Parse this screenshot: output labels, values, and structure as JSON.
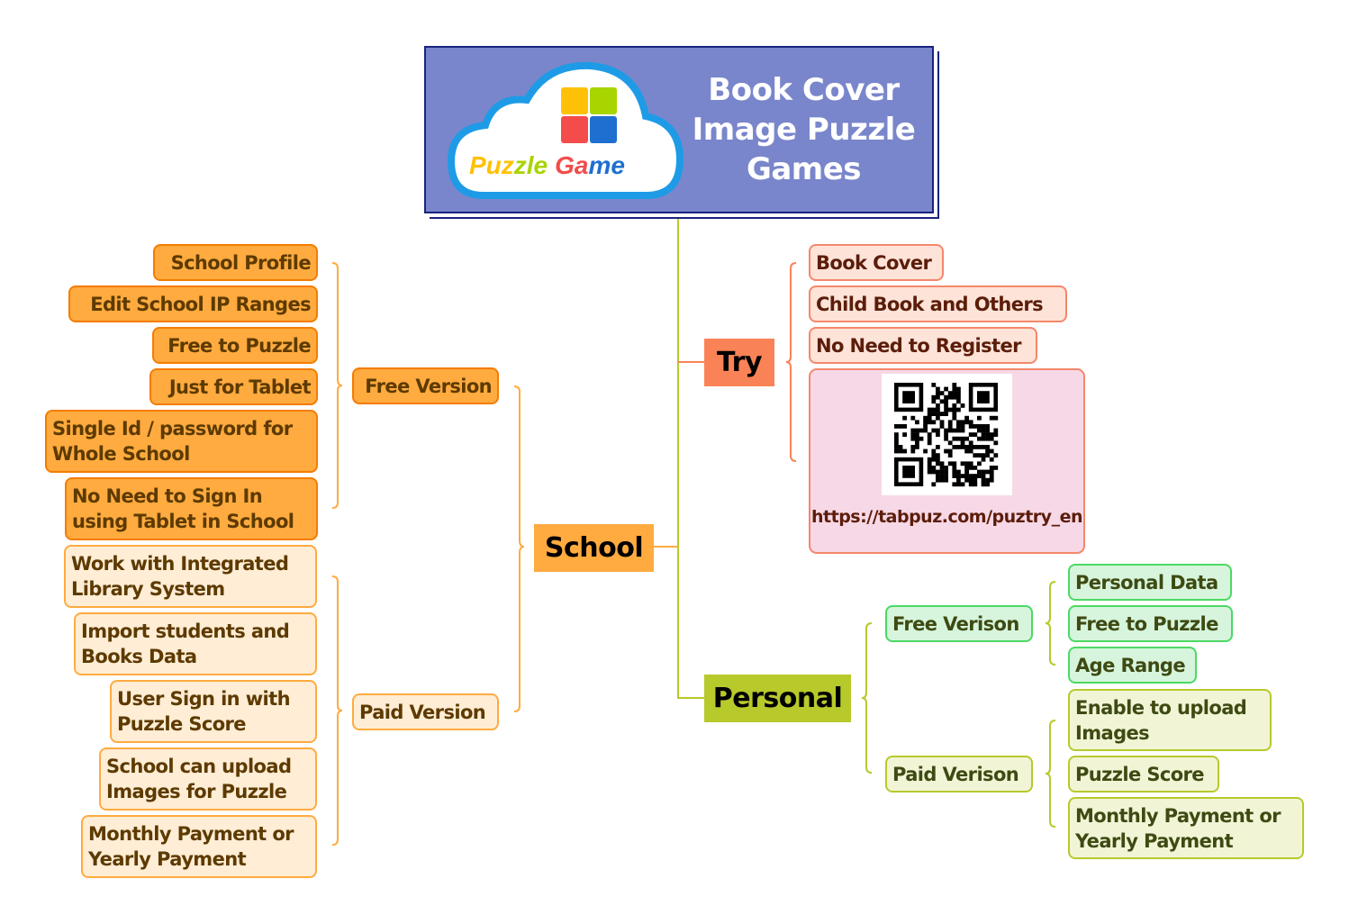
{
  "title": {
    "logo_text_word1": "Puzzle",
    "logo_text_word2": "Game",
    "lines": [
      "Book Cover",
      "Image Puzzle",
      "Games"
    ]
  },
  "branches": {
    "school": {
      "label": "School",
      "color": "#ffab40",
      "free_version": {
        "label": "Free Version",
        "items": [
          "School Profile",
          "Edit School IP Ranges",
          "Free to Puzzle",
          "Just for Tablet",
          "Single Id / password for Whole School",
          "No Need to Sign In using Tablet in School"
        ]
      },
      "paid_version": {
        "label": "Paid Version",
        "items": [
          "Work with Integrated Library System",
          "Import students and Books Data",
          "User Sign in with Puzzle Score",
          "School can upload Images for Puzzle",
          "Monthly Payment or Yearly Payment"
        ]
      }
    },
    "try": {
      "label": "Try",
      "color": "#f98357",
      "items": [
        "Book Cover",
        "Child Book and Others",
        "No Need to Register"
      ],
      "qr_url": "https://tabpuz.com/puztry_en"
    },
    "personal": {
      "label": "Personal",
      "color": "#b8c92b",
      "free_version": {
        "label": "Free Verison",
        "items": [
          "Personal Data",
          "Free to Puzzle",
          "Age Range"
        ]
      },
      "paid_version": {
        "label": "Paid Verison",
        "items": [
          "Enable to upload Images",
          "Puzzle Score",
          "Monthly Payment or Yearly Payment"
        ]
      }
    }
  }
}
